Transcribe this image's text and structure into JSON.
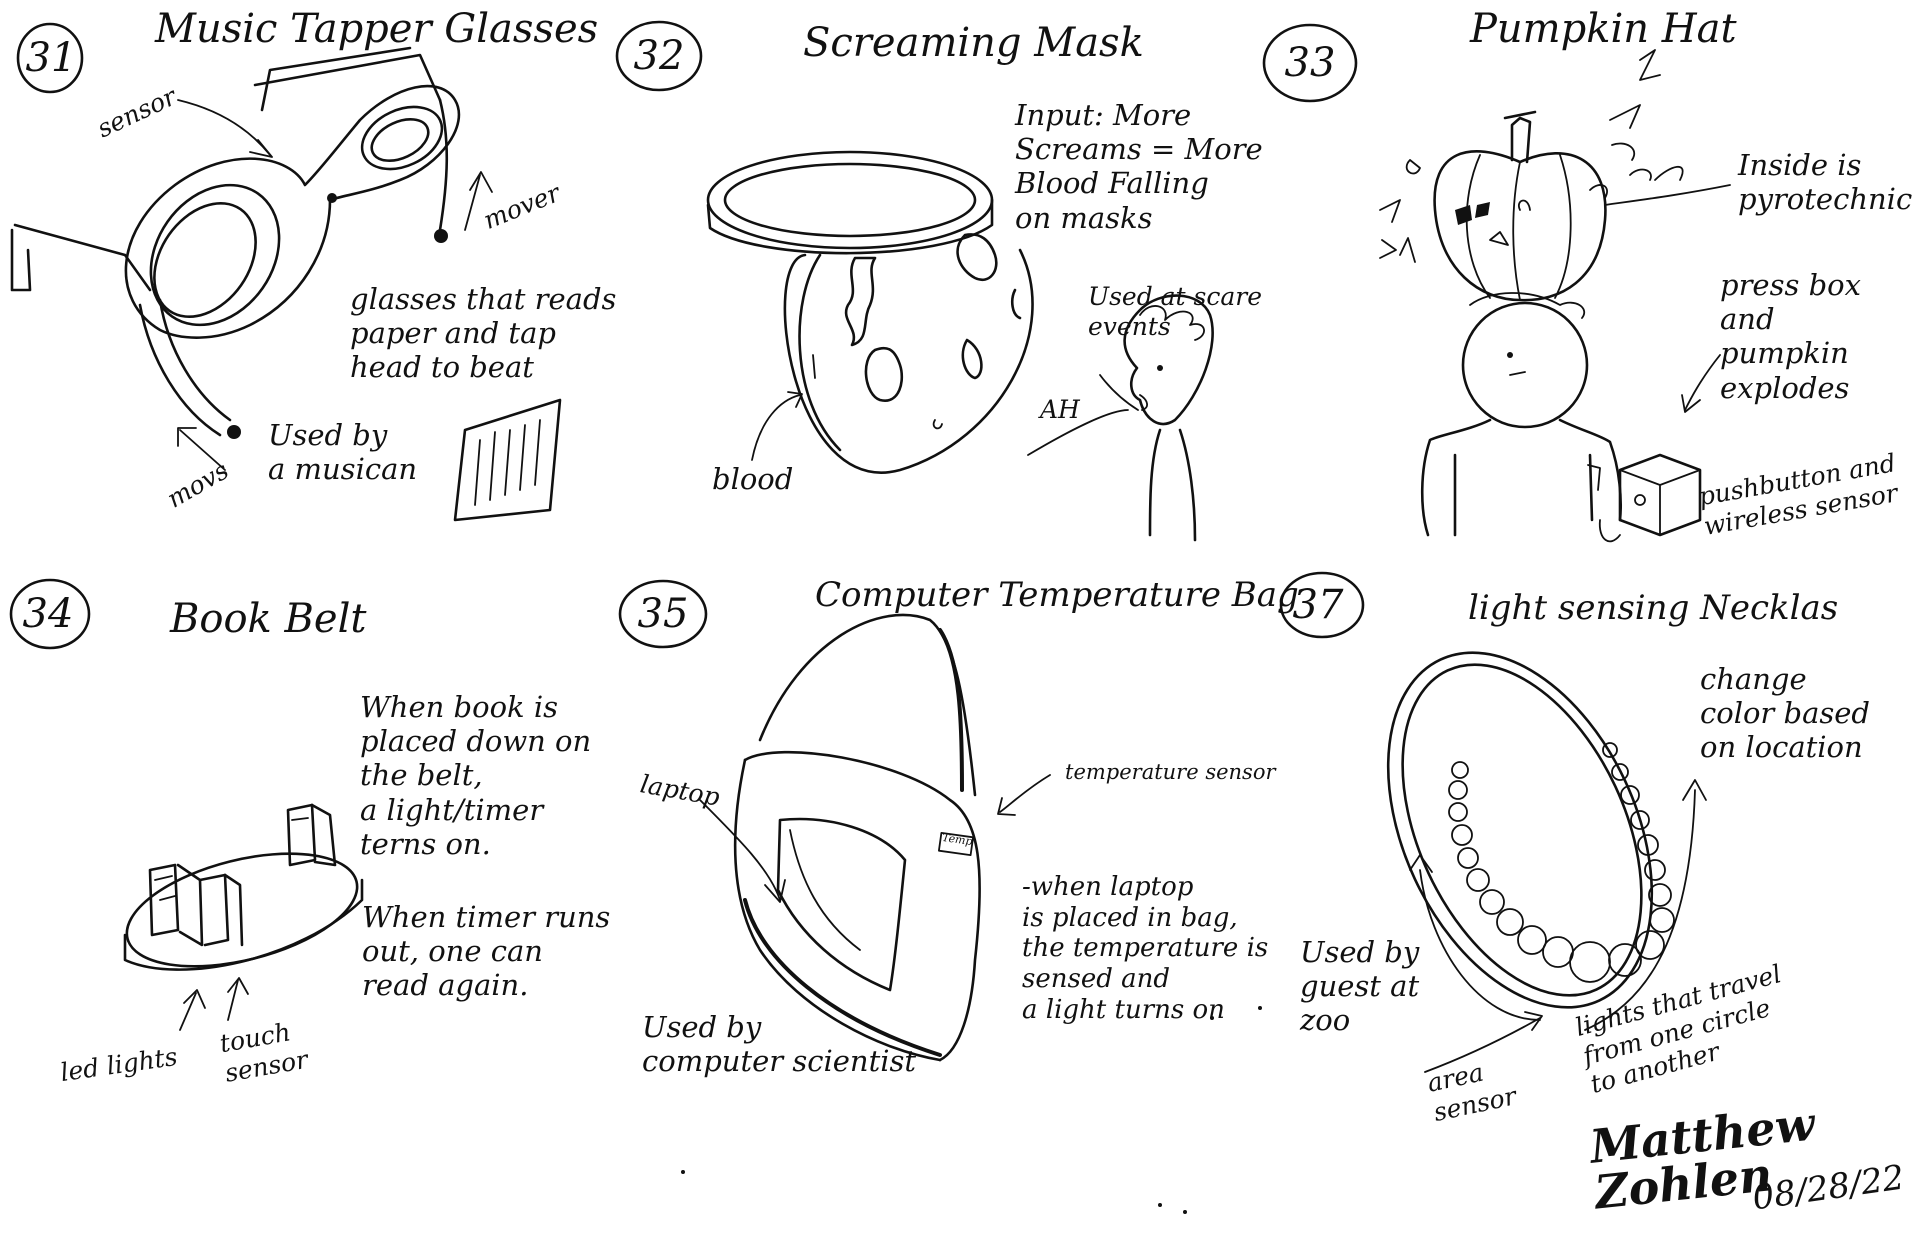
{
  "sketches": [
    {
      "number": "31",
      "title": "Music Tapper Glasses",
      "labels": {
        "sensor": "sensor",
        "motor_top": "mover",
        "motor_bottom": "movs"
      },
      "description": "glasses that reads\npaper and tap\nhead to beat",
      "user": "Used by\na musican"
    },
    {
      "number": "32",
      "title": "Screaming Mask",
      "input_note": "Input: More\nScreams = More\nBlood Falling\non masks",
      "usage": "Used at scare\nevents",
      "scream": "AH",
      "blood_label": "blood"
    },
    {
      "number": "33",
      "title": "Pumpkin Hat",
      "inside_note": "Inside is\npyrotechnic",
      "press_note": "press box\nand\npumpkin\nexplodes",
      "sensor_note": "pushbutton and\nwireless sensor"
    },
    {
      "number": "34",
      "title": "Book Belt",
      "placement_note": "When book is\nplaced down on\nthe belt,\na light/timer\nterns on.",
      "timer_note": "When timer runs\nout, one can\nread again.",
      "led_label": "led lights",
      "touch_label": "touch\nsensor"
    },
    {
      "number": "35",
      "title": "Computer Temperature Bag",
      "laptop_label": "laptop",
      "sensor_label": "temperature sensor",
      "tag_text": "Temp",
      "behavior_note": "-when laptop\nis placed in bag,\nthe temperature is\nsensed and\na light turns on",
      "user": "Used by\ncomputer scientist"
    },
    {
      "number": "37",
      "title": "light sensing Necklas",
      "color_note": "change\ncolor based\non location",
      "user": "Used by\nguest at\nzoo",
      "sensor_label": "area\nsensor",
      "lights_note": "lights that travel\nfrom one circle\nto another"
    }
  ],
  "signature": {
    "name": "Matthew\nZohlen",
    "date": "08/28/22"
  }
}
